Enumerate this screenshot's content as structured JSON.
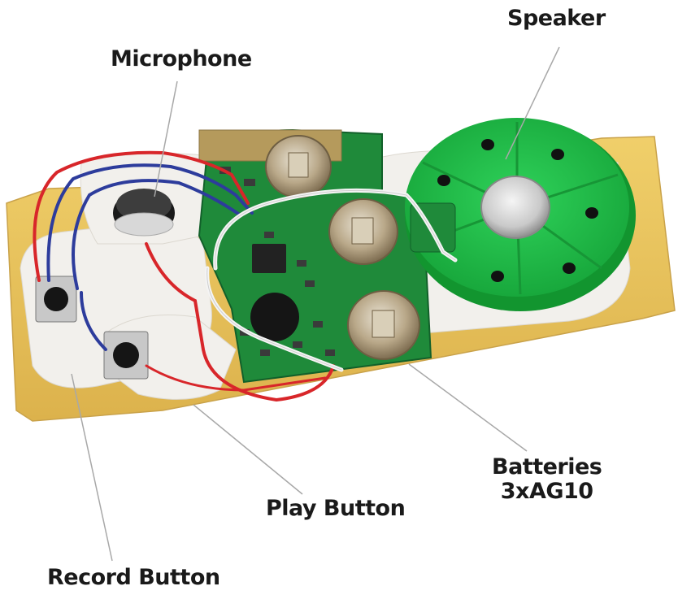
{
  "labels": {
    "speaker": "Speaker",
    "microphone": "Microphone",
    "batteries_line1": "Batteries",
    "batteries_line2": "3xAG10",
    "play_button": "Play Button",
    "record_button": "Record Button"
  },
  "colors": {
    "backing_card": "#e8c35a",
    "foam": "#f2f0ec",
    "pcb": "#1f8a3a",
    "speaker_plastic": "#1fc24a",
    "wire_red": "#d8262a",
    "wire_blue": "#2d3c9c",
    "wire_white": "#f4f4f4",
    "battery_metal": "#b9a889",
    "leader_line": "#a8a8a8"
  }
}
